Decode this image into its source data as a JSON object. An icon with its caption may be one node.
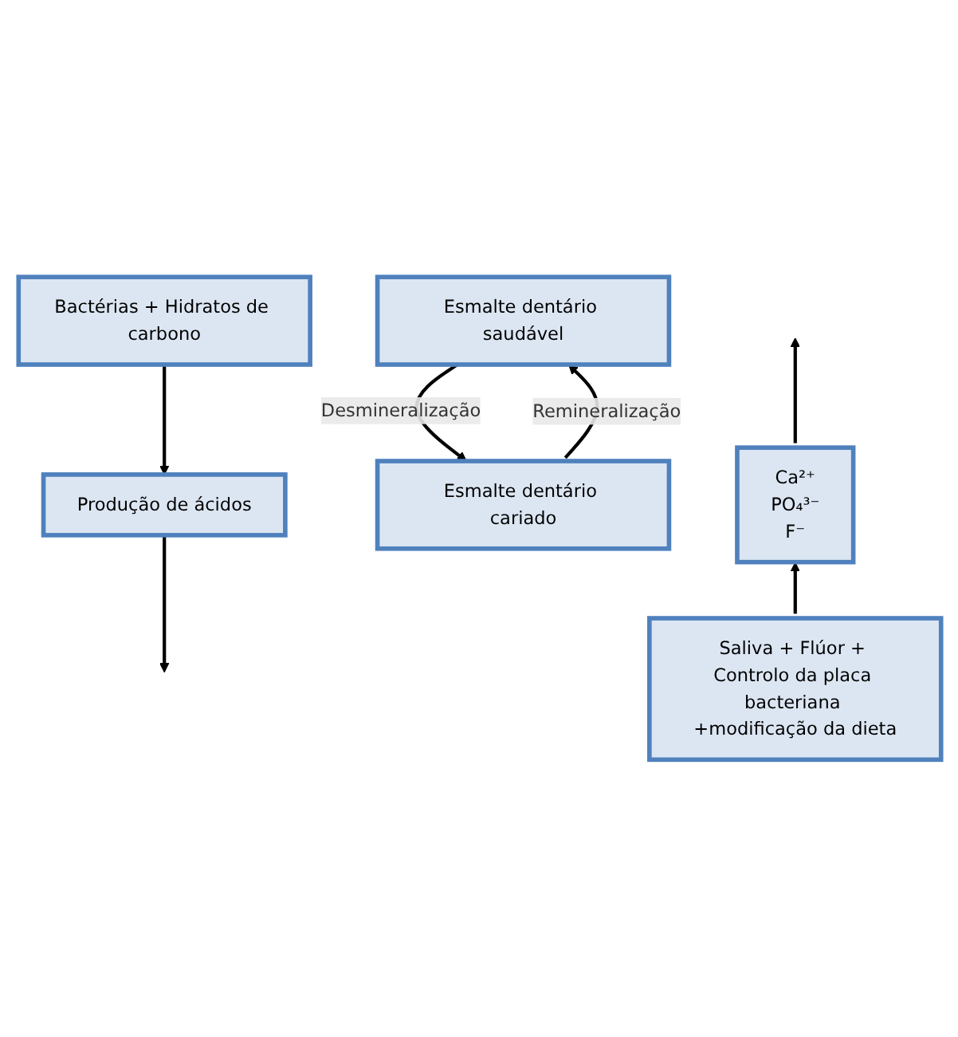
{
  "diagram": {
    "nodes": [
      {
        "text": [
          "Bactérias + Hidratos de carbono"
        ]
      },
      {
        "text": [
          "Produção de ácidos"
        ]
      },
      {
        "text": [
          "Esmalte dentário saudável"
        ]
      },
      {
        "text": [
          "Esmalte dentário cariado"
        ]
      },
      {
        "text": [
          "Ca²⁺",
          "PO₄³⁻",
          "F⁻"
        ]
      },
      {
        "text": [
          "Saliva + Flúor + Controlo da placa bacteriana +modificação da dieta"
        ]
      }
    ],
    "edges": [
      {
        "from": 0,
        "to": 1,
        "arrow": "to"
      },
      {
        "from": 1,
        "to": null,
        "arrow": "to"
      },
      {
        "from": 2,
        "to": 3,
        "arrow": "to",
        "label": "Desmineralização"
      },
      {
        "from": 3,
        "to": 2,
        "arrow": "to",
        "label": "Remineralização"
      },
      {
        "from": 4,
        "to": null,
        "arrow": "to"
      },
      {
        "from": 5,
        "to": 4,
        "arrow": "to"
      }
    ]
  }
}
